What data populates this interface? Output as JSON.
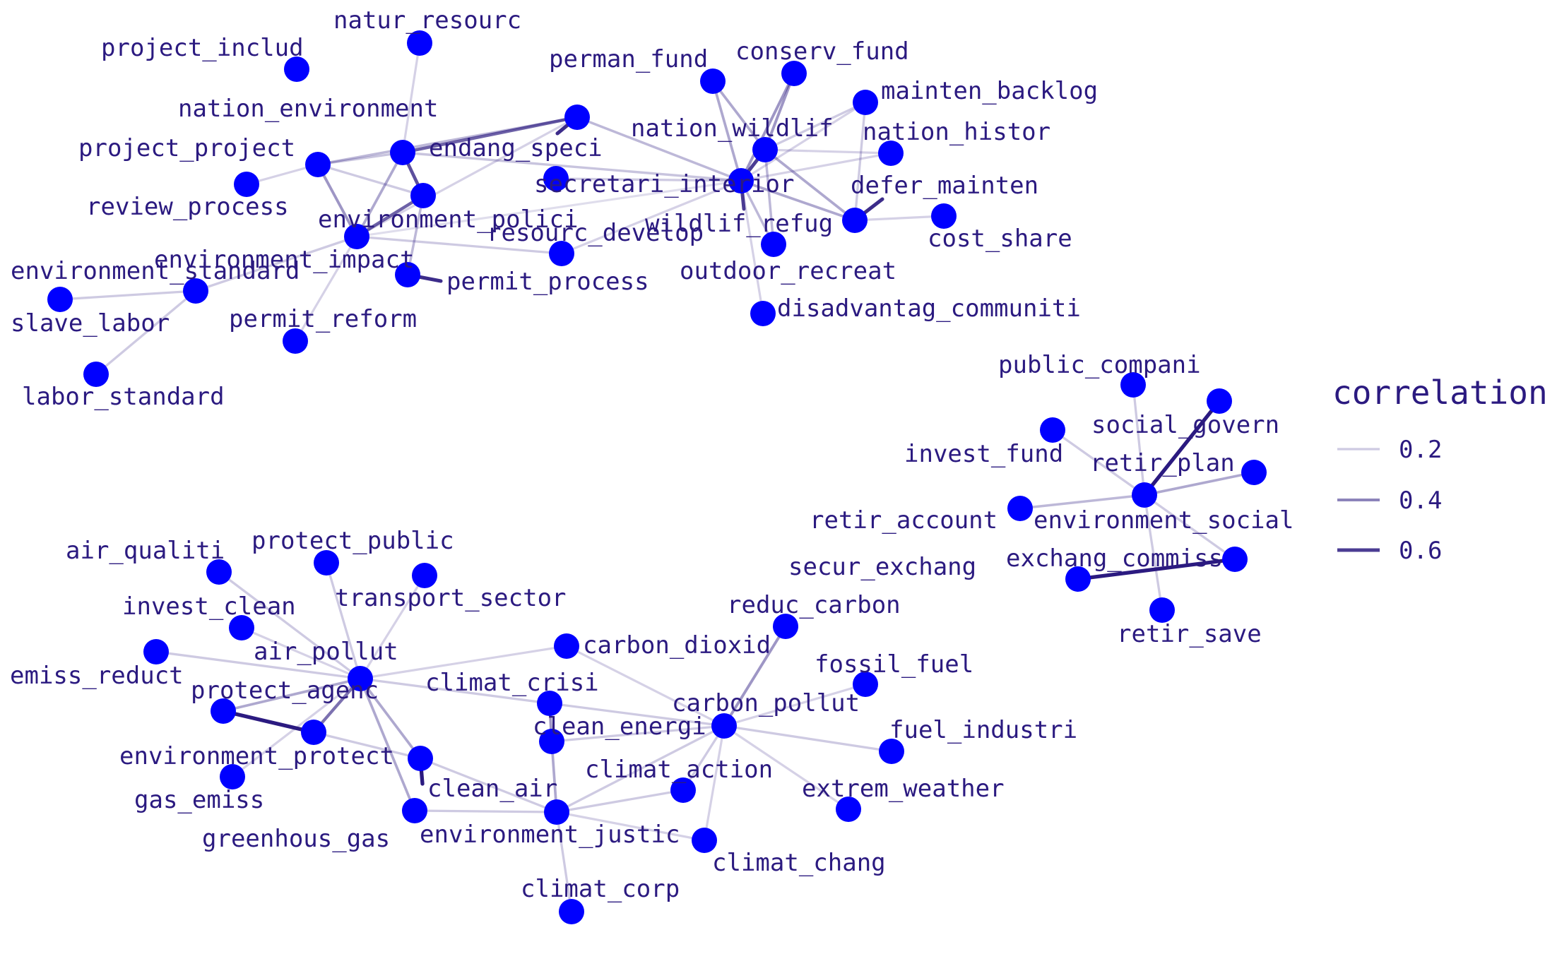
{
  "node_color": "#0000ff",
  "edge_color": "#2b1a80",
  "text_color": "#2b1a80",
  "legend": {
    "title": "correlation",
    "entries": [
      {
        "value": 0.2,
        "label": "0.2"
      },
      {
        "value": 0.4,
        "label": "0.4"
      },
      {
        "value": 0.6,
        "label": "0.6"
      }
    ]
  },
  "nodes": [
    {
      "id": "natur_resourc",
      "label": "natur_resourc"
    },
    {
      "id": "project_includ",
      "label": "project_includ"
    },
    {
      "id": "perman_fund",
      "label": "perman_fund"
    },
    {
      "id": "conserv_fund",
      "label": "conserv_fund"
    },
    {
      "id": "mainten_backlog",
      "label": "mainten_backlog"
    },
    {
      "id": "nation_environment",
      "label": "nation_environment"
    },
    {
      "id": "nation_wildlif",
      "label": "nation_wildlif"
    },
    {
      "id": "nation_histor",
      "label": "nation_histor"
    },
    {
      "id": "project_project",
      "label": "project_project"
    },
    {
      "id": "endang_speci",
      "label": "endang_speci"
    },
    {
      "id": "secretari_interior",
      "label": "secretari_interior"
    },
    {
      "id": "defer_mainten",
      "label": "defer_mainten"
    },
    {
      "id": "review_process",
      "label": "review_process"
    },
    {
      "id": "environment_polici",
      "label": "environment_polici"
    },
    {
      "id": "wildlif_refug",
      "label": "wildlif_refug"
    },
    {
      "id": "cost_share",
      "label": "cost_share"
    },
    {
      "id": "resourc_develop",
      "label": "resourc_develop"
    },
    {
      "id": "environment_impact",
      "label": "environment_impact"
    },
    {
      "id": "environment_standard",
      "label": "environment_standard"
    },
    {
      "id": "outdoor_recreat",
      "label": "outdoor_recreat"
    },
    {
      "id": "permit_process",
      "label": "permit_process"
    },
    {
      "id": "slave_labor",
      "label": "slave_labor"
    },
    {
      "id": "permit_reform",
      "label": "permit_reform"
    },
    {
      "id": "disadvantag_communiti",
      "label": "disadvantag_communiti"
    },
    {
      "id": "labor_standard",
      "label": "labor_standard"
    },
    {
      "id": "public_compani",
      "label": "public_compani"
    },
    {
      "id": "social_govern",
      "label": "social_govern"
    },
    {
      "id": "invest_fund",
      "label": "invest_fund"
    },
    {
      "id": "retir_plan",
      "label": "retir_plan"
    },
    {
      "id": "retir_account",
      "label": "retir_account"
    },
    {
      "id": "environment_social",
      "label": "environment_social"
    },
    {
      "id": "secur_exchang",
      "label": "secur_exchang"
    },
    {
      "id": "exchang_commiss",
      "label": "exchang_commiss"
    },
    {
      "id": "retir_save",
      "label": "retir_save"
    },
    {
      "id": "air_qualiti",
      "label": "air_qualiti"
    },
    {
      "id": "protect_public",
      "label": "protect_public"
    },
    {
      "id": "transport_sector",
      "label": "transport_sector"
    },
    {
      "id": "invest_clean",
      "label": "invest_clean"
    },
    {
      "id": "reduc_carbon",
      "label": "reduc_carbon"
    },
    {
      "id": "air_pollut",
      "label": "air_pollut"
    },
    {
      "id": "carbon_dioxid",
      "label": "carbon_dioxid"
    },
    {
      "id": "emiss_reduct",
      "label": "emiss_reduct"
    },
    {
      "id": "fossil_fuel",
      "label": "fossil_fuel"
    },
    {
      "id": "climat_crisi",
      "label": "climat_crisi"
    },
    {
      "id": "protect_agenc",
      "label": "protect_agenc"
    },
    {
      "id": "carbon_pollut",
      "label": "carbon_pollut"
    },
    {
      "id": "clean_energi",
      "label": "clean_energi"
    },
    {
      "id": "fuel_industri",
      "label": "fuel_industri"
    },
    {
      "id": "environment_protect",
      "label": "environment_protect"
    },
    {
      "id": "climat_action",
      "label": "climat_action"
    },
    {
      "id": "gas_emiss",
      "label": "gas_emiss"
    },
    {
      "id": "clean_air",
      "label": "clean_air"
    },
    {
      "id": "extrem_weather",
      "label": "extrem_weather"
    },
    {
      "id": "greenhous_gas",
      "label": "greenhous_gas"
    },
    {
      "id": "environment_justic",
      "label": "environment_justic"
    },
    {
      "id": "climat_chang",
      "label": "climat_chang"
    },
    {
      "id": "climat_corp",
      "label": "climat_corp"
    }
  ],
  "edges": [
    {
      "source": "natur_resourc",
      "target": "nation_environment",
      "correlation": 0.18
    },
    {
      "source": "nation_environment",
      "target": "environment_polici",
      "correlation": 0.55
    },
    {
      "source": "nation_environment",
      "target": "endang_speci",
      "correlation": 0.5
    },
    {
      "source": "nation_environment",
      "target": "project_project",
      "correlation": 0.22
    },
    {
      "source": "nation_environment",
      "target": "secretari_interior",
      "correlation": 0.22
    },
    {
      "source": "nation_environment",
      "target": "environment_impact",
      "correlation": 0.3
    },
    {
      "source": "project_project",
      "target": "environment_polici",
      "correlation": 0.2
    },
    {
      "source": "project_project",
      "target": "review_process",
      "correlation": 0.18
    },
    {
      "source": "project_project",
      "target": "endang_speci",
      "correlation": 0.25
    },
    {
      "source": "project_project",
      "target": "environment_impact",
      "correlation": 0.35
    },
    {
      "source": "environment_polici",
      "target": "environment_impact",
      "correlation": 0.5
    },
    {
      "source": "environment_impact",
      "target": "environment_standard",
      "correlation": 0.2
    },
    {
      "source": "environment_impact",
      "target": "permit_reform",
      "correlation": 0.18
    },
    {
      "source": "environment_impact",
      "target": "resourc_develop",
      "correlation": 0.2
    },
    {
      "source": "environment_impact",
      "target": "secretari_interior",
      "correlation": 0.15
    },
    {
      "source": "environment_impact",
      "target": "endang_speci",
      "correlation": 0.18
    },
    {
      "source": "environment_polici",
      "target": "permit_process",
      "correlation": 0.25
    },
    {
      "source": "permit_process",
      "target": "permit_process_end",
      "correlation": 0.65
    },
    {
      "source": "environment_standard",
      "target": "slave_labor",
      "correlation": 0.2
    },
    {
      "source": "environment_standard",
      "target": "labor_standard",
      "correlation": 0.2
    },
    {
      "source": "endang_speci",
      "target": "secretari_interior",
      "correlation": 0.25
    },
    {
      "source": "endang_speci",
      "target": "endang_speci_end",
      "correlation": 0.65
    },
    {
      "source": "secretari_interior",
      "target": "nation_wildlif",
      "correlation": 0.6
    },
    {
      "source": "secretari_interior",
      "target": "perman_fund",
      "correlation": 0.3
    },
    {
      "source": "secretari_interior",
      "target": "conserv_fund",
      "correlation": 0.35
    },
    {
      "source": "secretari_interior",
      "target": "mainten_backlog",
      "correlation": 0.18
    },
    {
      "source": "secretari_interior",
      "target": "nation_histor",
      "correlation": 0.18
    },
    {
      "source": "secretari_interior",
      "target": "wildlif_refug",
      "correlation": 0.25
    },
    {
      "source": "secretari_interior",
      "target": "outdoor_recreat",
      "correlation": 0.2
    },
    {
      "source": "secretari_interior",
      "target": "disadvantag_communiti",
      "correlation": 0.18
    },
    {
      "source": "secretari_interior",
      "target": "defer_mainten",
      "correlation": 0.3
    },
    {
      "source": "secretari_interior",
      "target": "resourc_develop",
      "correlation": 0.18
    },
    {
      "source": "secretari_interior",
      "target": "secretari_interior_end",
      "correlation": 0.6
    },
    {
      "source": "nation_wildlif",
      "target": "conserv_fund",
      "correlation": 0.35
    },
    {
      "source": "nation_wildlif",
      "target": "perman_fund",
      "correlation": 0.3
    },
    {
      "source": "nation_wildlif",
      "target": "mainten_backlog",
      "correlation": 0.2
    },
    {
      "source": "nation_wildlif",
      "target": "nation_histor",
      "correlation": 0.18
    },
    {
      "source": "nation_wildlif",
      "target": "defer_mainten",
      "correlation": 0.3
    },
    {
      "source": "nation_wildlif",
      "target": "wildlif_refug",
      "correlation": 0.25
    },
    {
      "source": "defer_mainten",
      "target": "mainten_backlog",
      "correlation": 0.2
    },
    {
      "source": "defer_mainten",
      "target": "cost_share",
      "correlation": 0.18
    },
    {
      "source": "defer_mainten",
      "target": "defer_mainten_end",
      "correlation": 0.65
    },
    {
      "source": "public_compani",
      "target": "environment_social",
      "correlation": 0.2
    },
    {
      "source": "social_govern",
      "target": "environment_social",
      "correlation": 0.7
    },
    {
      "source": "invest_fund",
      "target": "environment_social",
      "correlation": 0.2
    },
    {
      "source": "retir_plan",
      "target": "environment_social",
      "correlation": 0.3
    },
    {
      "source": "retir_account",
      "target": "environment_social",
      "correlation": 0.25
    },
    {
      "source": "exchang_commiss",
      "target": "environment_social",
      "correlation": 0.2
    },
    {
      "source": "retir_save",
      "target": "environment_social",
      "correlation": 0.2
    },
    {
      "source": "environment_social",
      "target": "social_govern_b",
      "correlation": 0.2
    },
    {
      "source": "secur_exchang",
      "target": "exchang_commiss",
      "correlation": 0.7
    },
    {
      "source": "air_pollut",
      "target": "air_qualiti",
      "correlation": 0.2
    },
    {
      "source": "air_pollut",
      "target": "protect_public",
      "correlation": 0.2
    },
    {
      "source": "air_pollut",
      "target": "transport_sector",
      "correlation": 0.18
    },
    {
      "source": "air_pollut",
      "target": "invest_clean",
      "correlation": 0.18
    },
    {
      "source": "air_pollut",
      "target": "emiss_reduct",
      "correlation": 0.2
    },
    {
      "source": "air_pollut",
      "target": "protect_agenc",
      "correlation": 0.3
    },
    {
      "source": "air_pollut",
      "target": "environment_protect",
      "correlation": 0.45
    },
    {
      "source": "air_pollut",
      "target": "clean_air",
      "correlation": 0.3
    },
    {
      "source": "air_pollut",
      "target": "greenhous_gas",
      "correlation": 0.3
    },
    {
      "source": "air_pollut",
      "target": "carbon_dioxid",
      "correlation": 0.18
    },
    {
      "source": "air_pollut",
      "target": "climat_crisi",
      "correlation": 0.2
    },
    {
      "source": "air_pollut",
      "target": "gas_emiss",
      "correlation": 0.18
    },
    {
      "source": "protect_agenc",
      "target": "environment_protect",
      "correlation": 0.7
    },
    {
      "source": "environment_protect",
      "target": "clean_air",
      "correlation": 0.2
    },
    {
      "source": "clean_air",
      "target": "clean_air_end",
      "correlation": 0.7
    },
    {
      "source": "clean_air",
      "target": "environment_justic",
      "correlation": 0.2
    },
    {
      "source": "greenhous_gas",
      "target": "environment_justic",
      "correlation": 0.2
    },
    {
      "source": "climat_crisi",
      "target": "clean_energi",
      "correlation": 0.35
    },
    {
      "source": "climat_crisi",
      "target": "carbon_pollut",
      "correlation": 0.2
    },
    {
      "source": "clean_energi",
      "target": "environment_justic",
      "correlation": 0.3
    },
    {
      "source": "clean_energi",
      "target": "carbon_pollut",
      "correlation": 0.2
    },
    {
      "source": "carbon_dioxid",
      "target": "carbon_pollut",
      "correlation": 0.18
    },
    {
      "source": "reduc_carbon",
      "target": "carbon_pollut",
      "correlation": 0.35
    },
    {
      "source": "fossil_fuel",
      "target": "carbon_pollut",
      "correlation": 0.18
    },
    {
      "source": "fuel_industri",
      "target": "carbon_pollut",
      "correlation": 0.2
    },
    {
      "source": "extrem_weather",
      "target": "carbon_pollut",
      "correlation": 0.18
    },
    {
      "source": "climat_action",
      "target": "carbon_pollut",
      "correlation": 0.2
    },
    {
      "source": "climat_chang",
      "target": "carbon_pollut",
      "correlation": 0.18
    },
    {
      "source": "environment_justic",
      "target": "carbon_pollut",
      "correlation": 0.2
    },
    {
      "source": "environment_justic",
      "target": "climat_action",
      "correlation": 0.2
    },
    {
      "source": "environment_justic",
      "target": "climat_chang",
      "correlation": 0.18
    },
    {
      "source": "environment_justic",
      "target": "climat_corp",
      "correlation": 0.2
    }
  ]
}
